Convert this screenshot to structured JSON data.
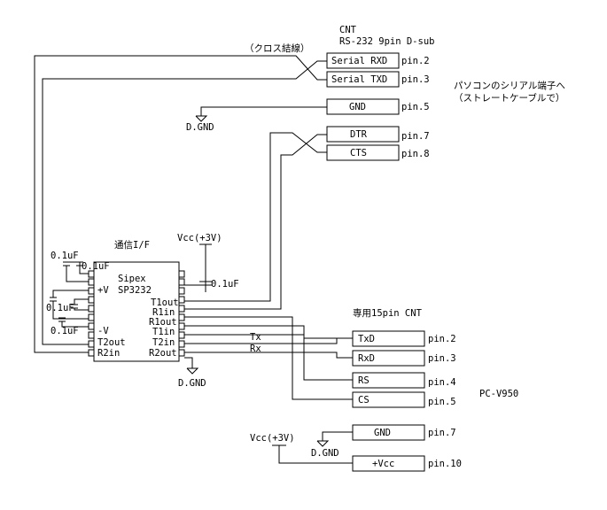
{
  "cnt_header": {
    "line1": "CNT",
    "line2": "RS-232 9pin D-sub"
  },
  "cross_label": "（クロス結線）",
  "pc_note": {
    "line1": "パソコンのシリアル端子へ",
    "line2": "（ストレートケーブルで）"
  },
  "ic_section_label": "通信I/F",
  "ic": {
    "name1": "Sipex",
    "name2": "SP3232",
    "left_pins": [
      "+V",
      "-V",
      "T2out",
      "R2in"
    ],
    "right_pins": [
      "T1out",
      "R1in",
      "R1out",
      "T1in",
      "T2in",
      "R2out"
    ]
  },
  "caps": {
    "c1": "0.1uF",
    "c2": "0.1uF",
    "c3": "0.1uF",
    "c4": "0.1uF",
    "c5": "0.1uF"
  },
  "vcc_label": "Vcc(+3V)",
  "gnd_label": "D.GND",
  "dsub_pins": [
    {
      "signal": "Serial RXD",
      "pin": "pin.2"
    },
    {
      "signal": "Serial TXD",
      "pin": "pin.3"
    },
    {
      "signal": "GND",
      "pin": "pin.5"
    },
    {
      "signal": "DTR",
      "pin": "pin.7"
    },
    {
      "signal": "CTS",
      "pin": "pin.8"
    }
  ],
  "connector15_label": "専用15pin CNT",
  "tx_label": "Tx",
  "rx_label": "Rx",
  "pc_label": "PC-V950",
  "cn15_pins": [
    {
      "signal": "TxD",
      "pin": "pin.2"
    },
    {
      "signal": "RxD",
      "pin": "pin.3"
    },
    {
      "signal": "RS",
      "pin": "pin.4"
    },
    {
      "signal": "CS",
      "pin": "pin.5"
    },
    {
      "signal": "GND",
      "pin": "pin.7"
    },
    {
      "signal": "+Vcc",
      "pin": "pin.10"
    }
  ]
}
